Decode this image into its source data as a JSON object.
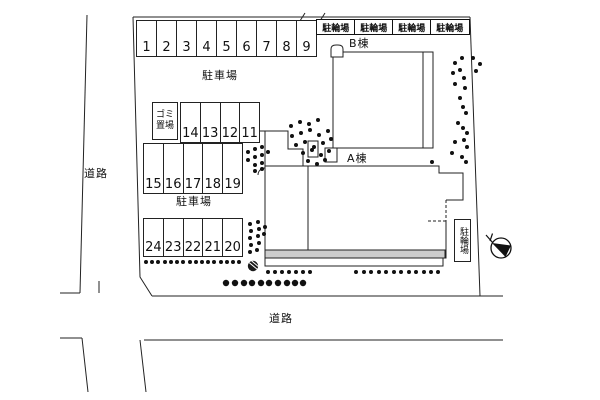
{
  "plan_labels": {
    "road_left": "道路",
    "road_bottom": "道路",
    "parking_lot_top": "駐車場",
    "parking_lot_mid": "駐車場",
    "garbage_area": "ゴミ置場",
    "building_b": "B棟",
    "building_a": "A棟"
  },
  "bike_parking": {
    "top_boxes": [
      "駐輪場",
      "駐輪場",
      "駐輪場",
      "駐輪場"
    ],
    "right_box": "駐輪場"
  },
  "parking_spaces": {
    "row_top": [
      "1",
      "2",
      "3",
      "4",
      "5",
      "6",
      "7",
      "8",
      "9"
    ],
    "row_top_crossed_out": [
      "8",
      "9"
    ],
    "row_mid_upper": [
      "14",
      "13",
      "12",
      "11"
    ],
    "row_mid_lower": [
      "15",
      "16",
      "17",
      "18",
      "19"
    ],
    "row_bottom": [
      "24",
      "23",
      "22",
      "21",
      "20"
    ]
  },
  "icons": {
    "compass": "north-compass",
    "shrubs": "planting-dots",
    "tree": "ornamental-tree"
  },
  "colors": {
    "line": "#222222",
    "text": "#111111",
    "building_strip": "#cdcdcd",
    "background": "#ffffff"
  }
}
